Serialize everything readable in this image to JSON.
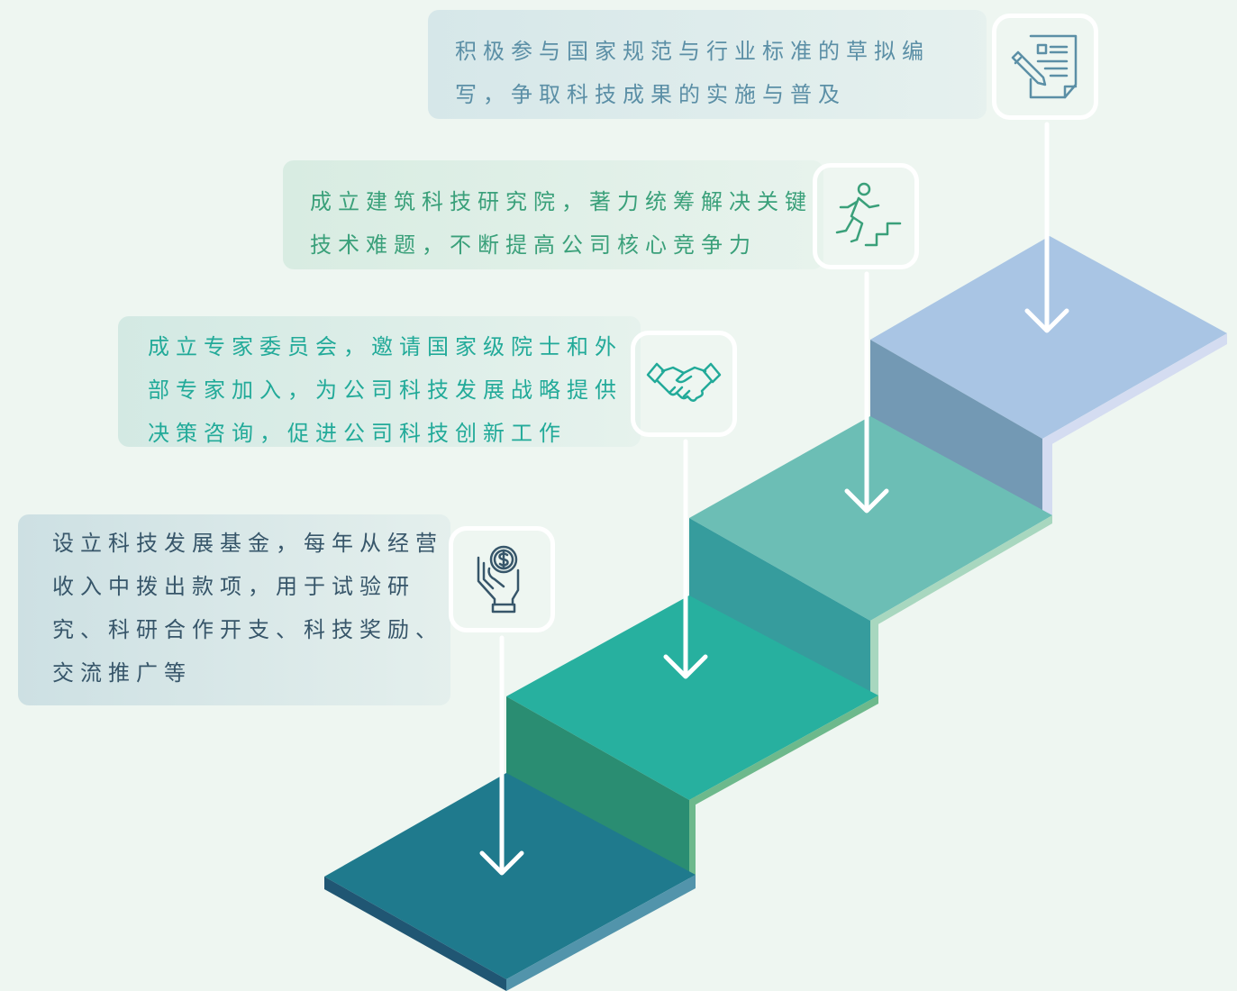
{
  "steps": [
    {
      "lines": [
        "积极参与国家规范与行业标准的草拟编",
        "写，争取科技成果的实施与普及"
      ],
      "icon": "document-pencil-icon",
      "color": "#5b8fa6",
      "step_color": "#a9c5e4"
    },
    {
      "lines": [
        "成立建筑科技研究院，著力统筹解决关键",
        "技术难题，不断提高公司核心竞争力"
      ],
      "icon": "person-climbing-stairs-icon",
      "color": "#3aa07a",
      "step_color": "#6cbeb5"
    },
    {
      "lines": [
        "成立专家委员会，邀请国家级院士和外",
        "部专家加入，为公司科技发展战略提供",
        "决策咨询，促进公司科技创新工作"
      ],
      "icon": "handshake-icon",
      "color": "#22aa99",
      "step_color": "#27b09f"
    },
    {
      "lines": [
        "设立科技发展基金，每年从经营",
        "收入中拨出款项，用于试验研",
        "究、科研合作开支、科技奖励、",
        "交流推广等"
      ],
      "icon": "hand-coin-dollar-icon",
      "color": "#37566a",
      "step_color": "#1f7a8d"
    }
  ]
}
